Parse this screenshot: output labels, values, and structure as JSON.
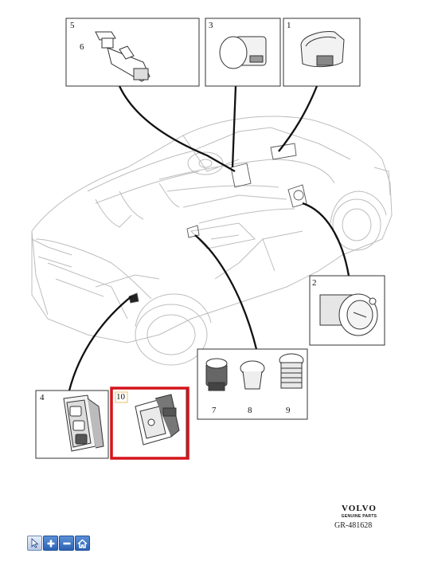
{
  "callouts": {
    "c1": "1",
    "c2": "2",
    "c3": "3",
    "c4": "4",
    "c5": "5",
    "c6": "6",
    "c7": "7",
    "c8": "8",
    "c9": "9",
    "c10": "10"
  },
  "footer": {
    "logo_lettering": "VOLVO",
    "logo_sub_lettering": "GENUINE PARTS",
    "reference": "GR-481628"
  },
  "highlight_color": "#d4141b",
  "toolbar": {
    "buttons": [
      {
        "icon": "pointer-icon"
      },
      {
        "icon": "zoom-in-icon"
      },
      {
        "icon": "zoom-out-icon"
      },
      {
        "icon": "home-icon"
      }
    ]
  }
}
